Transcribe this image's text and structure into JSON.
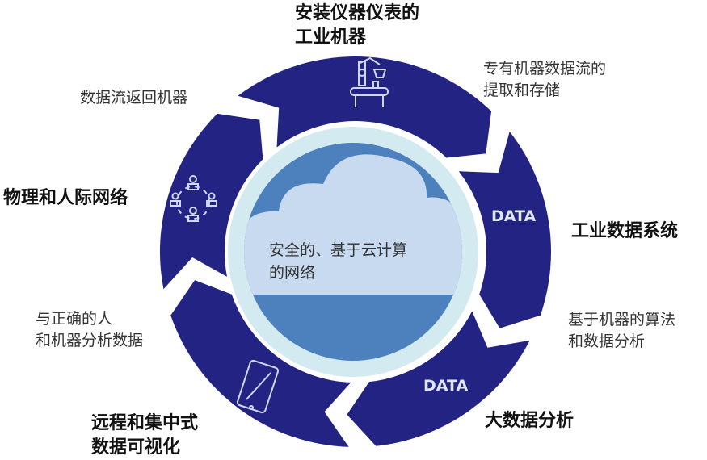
{
  "colors": {
    "arrow": "#222382",
    "ring": "#d4eaf1",
    "inner": "#4d81bd",
    "cloud": "#c7daef"
  },
  "stages": [
    {
      "title": "安装仪器仪表的\n工业机器",
      "icon": "robot-arm-conveyor-icon"
    },
    {
      "title": "工业数据系统",
      "tag": "DATA"
    },
    {
      "title": "大数据分析",
      "tag": "DATA"
    },
    {
      "title": "远程和集中式\n数据可视化",
      "icon": "tablet-icon"
    },
    {
      "title": "物理和人际网络",
      "icon": "people-network-icon"
    }
  ],
  "transitions": [
    "专有机器数据流的\n提取和存储",
    "基于机器的算法\n和数据分析",
    "与正确的人\n和机器分析数据",
    "数据流返回机器"
  ],
  "center": {
    "text": "安全的、基于云计算\n的网络",
    "icon": "cloud-icon"
  }
}
